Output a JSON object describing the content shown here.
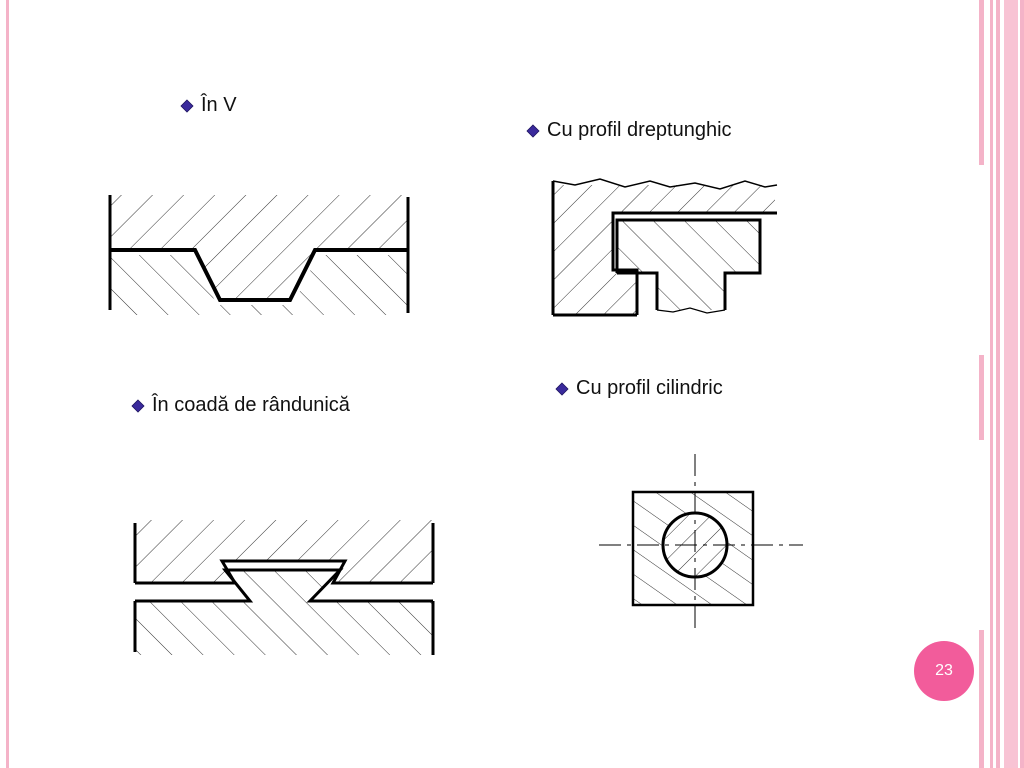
{
  "slide": {
    "page_number": "23",
    "accent_color": "#f25c9b",
    "border_color": "#f4b3c8",
    "bullet_icon": "diamond-bullet-icon"
  },
  "bullets": [
    {
      "label": "În V"
    },
    {
      "label": "Cu profil dreptunghic"
    },
    {
      "label": "În coadă de rândunică"
    },
    {
      "label": "Cu profil cilindric"
    }
  ]
}
